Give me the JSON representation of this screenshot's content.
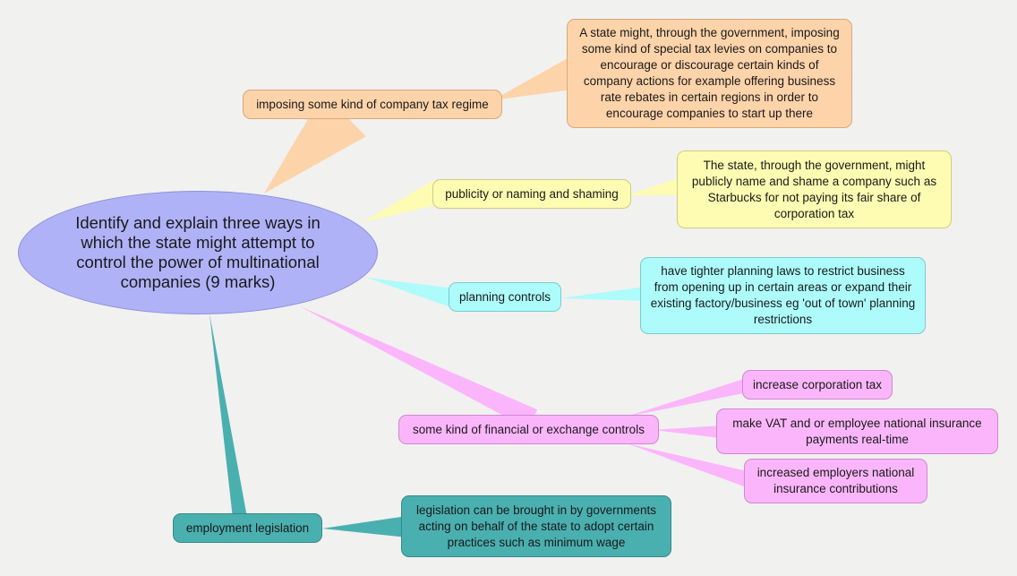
{
  "central": "Identify and explain three ways in which the state might attempt to control the power of multinational companies (9 marks)",
  "colors": {
    "central": "#b0b2f8",
    "orange": "#fdd3aa",
    "yellow": "#fdfcb2",
    "cyan": "#adfbfb",
    "pink": "#fbb6fb",
    "teal": "#4aafaf"
  },
  "branches": {
    "tax": {
      "label": "imposing some kind of company tax regime",
      "detail": "A state might, through the government, imposing some kind of special tax levies on companies to encourage or discourage certain kinds of company actions for example offering business rate rebates in certain regions in order to encourage companies to start up there"
    },
    "publicity": {
      "label": "publicity or naming and shaming",
      "detail": "The state, through the government, might publicly name and shame a company such as Starbucks for not paying its fair share of corporation tax"
    },
    "planning": {
      "label": "planning controls",
      "detail": "have tighter planning laws to restrict business from opening up in certain areas or expand their existing factory/business eg 'out of town' planning restrictions"
    },
    "financial": {
      "label": "some kind of financial or exchange controls",
      "children": [
        "increase corporation tax",
        "make VAT and or employee national insurance payments real-time",
        "increased employers national insurance contributions"
      ]
    },
    "employment": {
      "label": "employment legislation",
      "detail": "legislation can be brought in by governments acting on behalf of the state to adopt certain practices such as minimum wage"
    }
  }
}
